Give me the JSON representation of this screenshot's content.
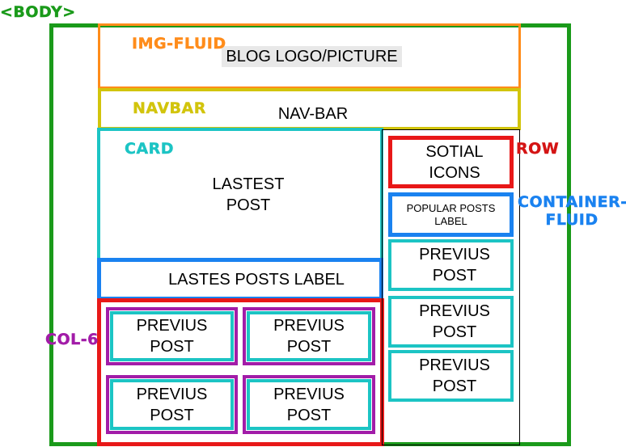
{
  "colors": {
    "body": "#1a9a1a",
    "img_fluid": "#ff8c1a",
    "navbar": "#d2c40c",
    "card": "#1cc4c4",
    "row": "#e81818",
    "container_fluid": "#1a82f0",
    "col_6": "#a21ca8"
  },
  "tags": {
    "body": "<BODY>",
    "img_fluid": "IMG-FLUID",
    "navbar": "NAVBAR",
    "card": "CARD",
    "row": "ROW",
    "container_fluid": "CONTAINER-\nFLUID",
    "col_6": "COL-6"
  },
  "header": {
    "logo": "BLOG LOGO/PICTURE",
    "nav": "NAV-BAR"
  },
  "main": {
    "latest_post": "LASTEST\nPOST",
    "latest_label": "LASTES POSTS LABEL",
    "grid_posts": [
      "PREVIUS\nPOST",
      "PREVIUS\nPOST",
      "PREVIUS\nPOST",
      "PREVIUS\nPOST"
    ]
  },
  "sidebar": {
    "social": "SOTIAL\nICONS",
    "popular_label": "POPULAR POSTS\nLABEL",
    "posts": [
      "PREVIUS\nPOST",
      "PREVIUS\nPOST",
      "PREVIUS\nPOST"
    ]
  }
}
